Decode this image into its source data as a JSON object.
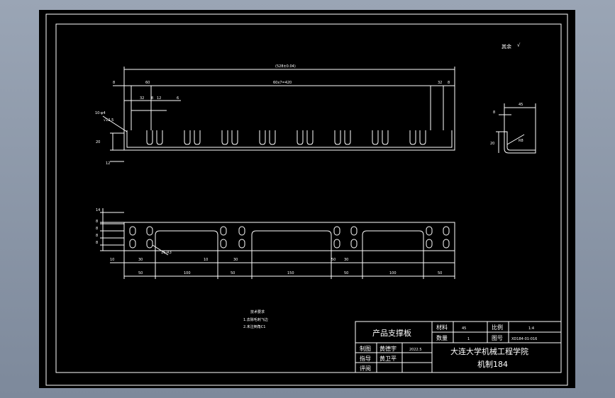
{
  "drawing": {
    "roughness_note": "其余",
    "top_view": {
      "overall": "(528±0.04)",
      "left_offset": "8",
      "first_pitch": "60",
      "pattern": "60x7=420",
      "right_a": "32",
      "right_b": "8",
      "small_32": "32",
      "small_8": "8",
      "small_12": "12",
      "small_6": "6",
      "hole_note": "10-φ4",
      "depth_note": "√12.5",
      "height": "20",
      "base_h": "12"
    },
    "side_view": {
      "width": "45",
      "thickness": "8",
      "height": "20",
      "radius": "R8"
    },
    "bottom_view": {
      "left_dims": [
        "14",
        "8",
        "8",
        "8",
        "8"
      ],
      "slot_note": "16-R3",
      "row1": [
        "10",
        "30",
        "10",
        "30",
        "50",
        "30"
      ],
      "row2": [
        "50",
        "100",
        "50",
        "150",
        "50",
        "100",
        "50"
      ]
    },
    "tech_notes": {
      "title": "技术要求",
      "items": [
        "1.去除毛刺飞边",
        "2.未注倒角C1"
      ]
    }
  },
  "title_block": {
    "part_name": "产品支撑板",
    "material_label": "材料",
    "material_value": "45",
    "scale_label": "比例",
    "scale_value": "1:4",
    "qty_label": "数量",
    "qty_value": "1",
    "drawing_no_label": "图号",
    "drawing_no_value": "XD184-01-016",
    "drawn_label": "制图",
    "drawn_name": "黄德宇",
    "date": "2022.5",
    "checked_label": "指导",
    "checked_name": "黄卫平",
    "review_label": "评阅",
    "school": "大连大学机械工程学院",
    "class": "机制184"
  }
}
